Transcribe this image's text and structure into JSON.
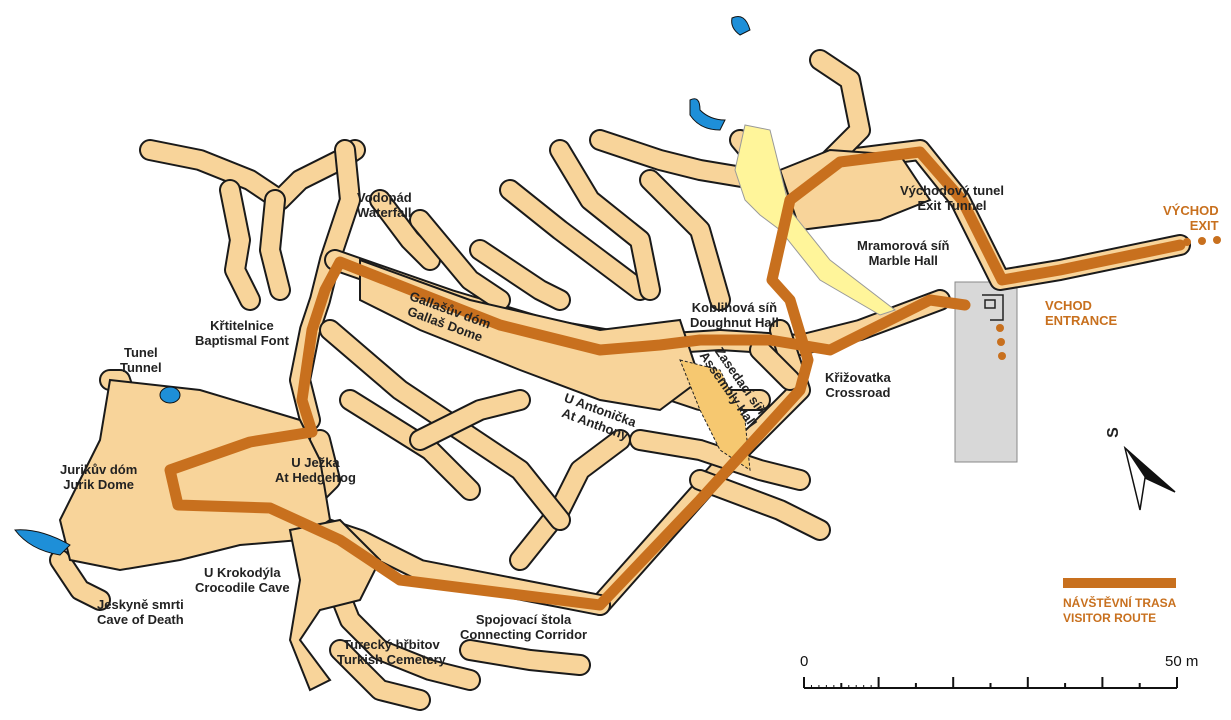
{
  "colors": {
    "cave": "#f8d49a",
    "outline": "#1a1a1a",
    "route": "#c8701e",
    "water": "#1e8fd8",
    "marble": "#fff59a",
    "building": "#d8d8d8"
  },
  "labels": [
    {
      "id": "vodopad",
      "cz": "Vodopád",
      "en": "Waterfall"
    },
    {
      "id": "krtitelnice",
      "cz": "Křtitelnice",
      "en": "Baptismal Font"
    },
    {
      "id": "tunel",
      "cz": "Tunel",
      "en": "Tunnel"
    },
    {
      "id": "gallas",
      "cz": "Gallašův dóm",
      "en": "Gallaš Dome"
    },
    {
      "id": "jurik",
      "cz": "Jurikův dóm",
      "en": "Jurik Dome"
    },
    {
      "id": "jezka",
      "cz": "U Ježka",
      "en": "At Hedgehog"
    },
    {
      "id": "krokodyla",
      "cz": "U Krokodýla",
      "en": "Crocodile Cave"
    },
    {
      "id": "smrti",
      "cz": "Jeskyně smrti",
      "en": "Cave of Death"
    },
    {
      "id": "turecky",
      "cz": "Turecký hřbitov",
      "en": "Turkish Cemetery"
    },
    {
      "id": "spojovaci",
      "cz": "Spojovací štola",
      "en": "Connecting Corridor"
    },
    {
      "id": "antonicka",
      "cz": "U Antonička",
      "en": "At Anthony"
    },
    {
      "id": "koblihova",
      "cz": "Koblihová síň",
      "en": "Doughnut Hall"
    },
    {
      "id": "zasedaci",
      "cz": "Zasedací síň",
      "en": "Assembly Hall"
    },
    {
      "id": "krizovatka",
      "cz": "Křižovatka",
      "en": "Crossroad"
    },
    {
      "id": "mramorova",
      "cz": "Mramorová síň",
      "en": "Marble Hall"
    },
    {
      "id": "vychodovy",
      "cz": "Východový tunel",
      "en": "Exit Tunnel"
    }
  ],
  "exit": {
    "cz": "VÝCHOD",
    "en": "EXIT"
  },
  "entrance": {
    "cz": "VCHOD",
    "en": "ENTRANCE"
  },
  "legend": {
    "cz": "NÁVŠTĚVNÍ TRASA",
    "en": "VISITOR ROUTE"
  },
  "scale": {
    "start": "0",
    "end": "50 m"
  },
  "north": {
    "label": "S"
  }
}
